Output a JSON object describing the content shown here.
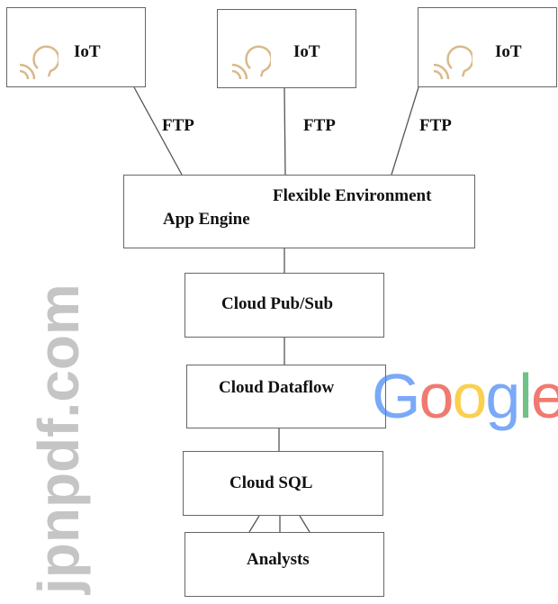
{
  "iot_nodes": [
    {
      "label": "IoT"
    },
    {
      "label": "IoT"
    },
    {
      "label": "IoT"
    }
  ],
  "connections": [
    {
      "label": "FTP"
    },
    {
      "label": "FTP"
    },
    {
      "label": "FTP"
    }
  ],
  "app_engine": {
    "title": "App Engine",
    "subtitle": "Flexible Environment"
  },
  "pubsub": {
    "label": "Cloud Pub/Sub"
  },
  "dataflow": {
    "label": "Cloud Dataflow"
  },
  "sql": {
    "label": "Cloud SQL"
  },
  "analysts": {
    "label": "Analysts"
  },
  "watermark": {
    "text": "jpnpdf.com",
    "logo": "Google"
  },
  "colors": {
    "icon": "#d9b98a",
    "blue": "#4285f4",
    "red": "#ea4335",
    "yellow": "#fbbc05",
    "green": "#34a853"
  }
}
